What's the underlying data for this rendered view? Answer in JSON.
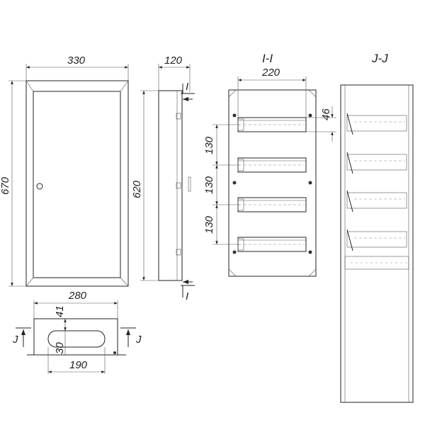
{
  "front_view": {
    "width_label": "330",
    "height_label": "670"
  },
  "side_view": {
    "depth_label": "120",
    "height_label": "620",
    "section_mark_top": "I",
    "section_mark_bottom": "I"
  },
  "section_i": {
    "title": "I-I",
    "width_label": "220",
    "rail_height_label": "46",
    "rail_pitch_labels": [
      "130",
      "130",
      "130"
    ]
  },
  "section_j": {
    "title": "J-J"
  },
  "bottom_view": {
    "width_label": "280",
    "offset_label": "41",
    "slot_height_label": "30",
    "slot_width_label": "190",
    "section_mark_left": "J",
    "section_mark_right": "J"
  }
}
